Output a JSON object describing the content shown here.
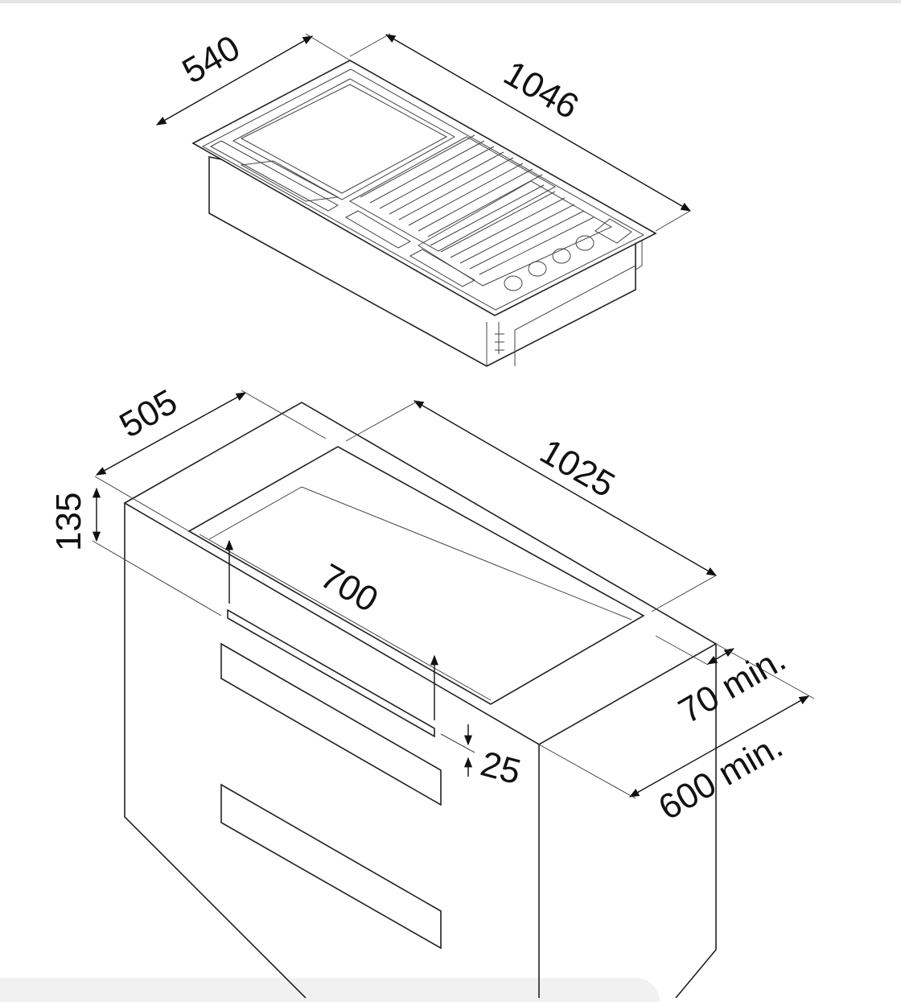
{
  "diagram": {
    "hob_dimensions": {
      "depth": "540",
      "width": "1046"
    },
    "cutout_dimensions": {
      "depth": "505",
      "width": "1025",
      "height": "135",
      "inner_width": "700",
      "inner_gap": "25",
      "back_clearance": "70 min.",
      "cabinet_depth": "600 min."
    }
  }
}
